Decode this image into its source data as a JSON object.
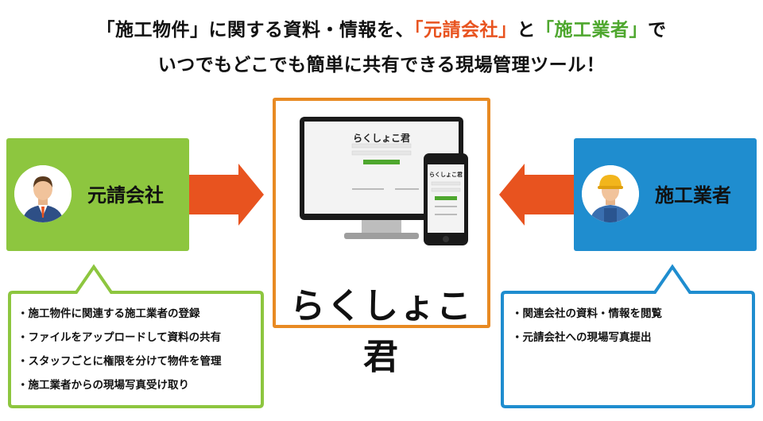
{
  "headline": {
    "line1_open": "「施工物件」に関する資料・情報を、",
    "line1_orange": "「元請会社」",
    "line1_mid": "と",
    "line1_green": "「施工業者」",
    "line1_end": "で",
    "line2": "いつでもどこでも簡単に共有できる現場管理ツール！"
  },
  "left_party": {
    "label": "元請会社",
    "color": "#8dc63f",
    "features": [
      "・施工物件に関連する施工業者の登録",
      "・ファイルをアップロードして資料の共有",
      "・スタッフごとに権限を分けて物件を管理",
      "・施工業者からの現場写真受け取り"
    ]
  },
  "right_party": {
    "label": "施工業者",
    "color": "#1f8dcf",
    "features": [
      "・関連会社の資料・情報を閲覧",
      "・元請会社への現場写真提出"
    ]
  },
  "center": {
    "screen_logo": "らくしょこ君",
    "logo": "らくしょこ君",
    "accent": "#e88a23"
  },
  "arrow_color": "#e8531f"
}
